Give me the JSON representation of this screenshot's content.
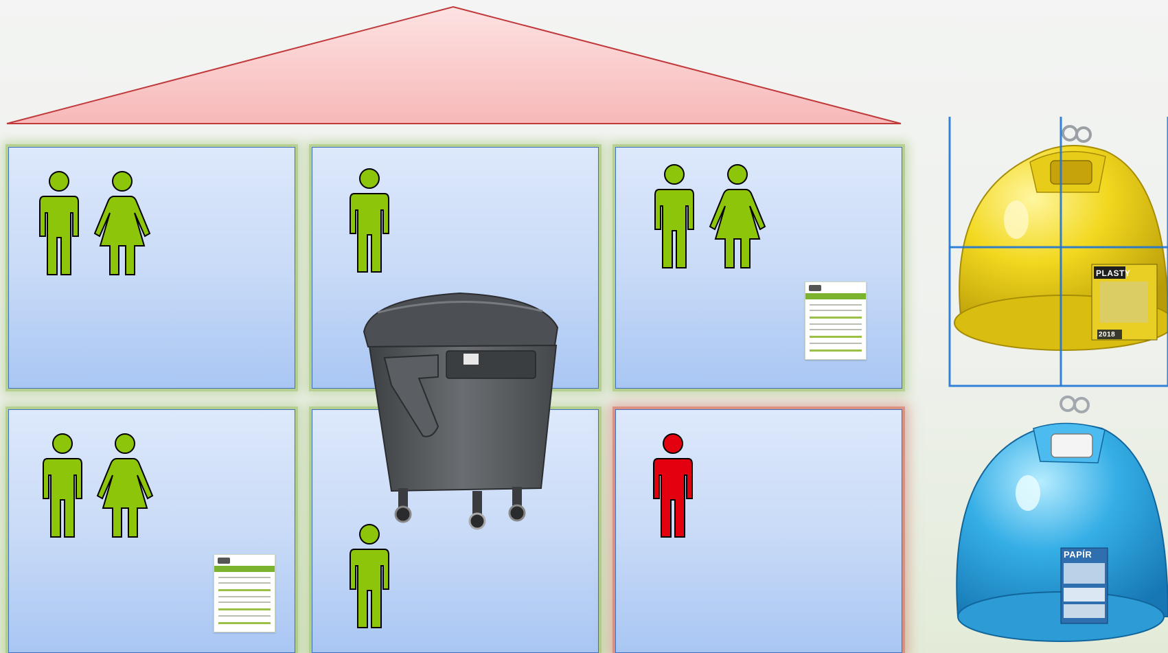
{
  "colors": {
    "roof_fill": "#fbc9c9",
    "roof_stroke": "#c0393b",
    "room_fill": "#c9dbf7",
    "room_border": "#3d6fc2",
    "room_glow_ok": "#a0c36e",
    "room_glow_alert": "#d77d6e",
    "person_ok": "#8dc50a",
    "person_alert": "#e3000f",
    "bin_yellow": "#f2d81f",
    "bin_blue": "#35aee6",
    "bin_grey": "#55585c"
  },
  "rooms": [
    {
      "id": "top-left",
      "occupants": [
        "man",
        "woman"
      ],
      "document": false,
      "alert": false
    },
    {
      "id": "top-middle",
      "occupants": [
        "man"
      ],
      "document": false,
      "alert": false
    },
    {
      "id": "top-right",
      "occupants": [
        "man",
        "woman"
      ],
      "document": true,
      "alert": false
    },
    {
      "id": "bottom-left",
      "occupants": [
        "man",
        "woman"
      ],
      "document": true,
      "alert": false
    },
    {
      "id": "bottom-middle",
      "occupants": [
        "man"
      ],
      "document": false,
      "alert": false
    },
    {
      "id": "bottom-right",
      "occupants": [
        "man"
      ],
      "document": false,
      "alert": true
    }
  ],
  "bins": {
    "plastic": {
      "label": "PLASTY",
      "year": "2018",
      "icon": "yellow-recycling-bin"
    },
    "paper": {
      "label": "PAPÍR",
      "icon": "blue-recycling-bin"
    },
    "mixed": {
      "icon": "grey-wheeled-container"
    }
  }
}
